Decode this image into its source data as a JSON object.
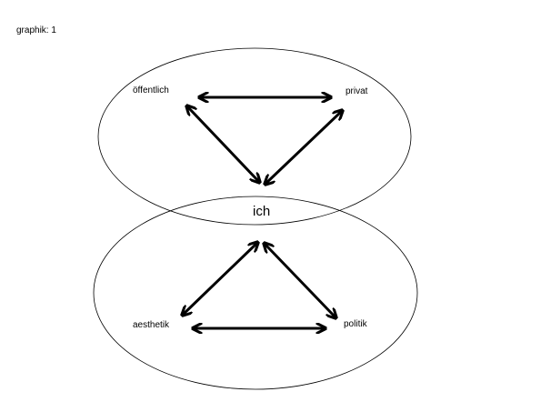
{
  "title": "graphik: 1",
  "center_label": "ich",
  "upper_group": {
    "left": "öffentlich",
    "right": "privat"
  },
  "lower_group": {
    "left": "aesthetik",
    "right": "politik"
  },
  "colors": {
    "stroke": "#000000",
    "background": "#ffffff"
  }
}
